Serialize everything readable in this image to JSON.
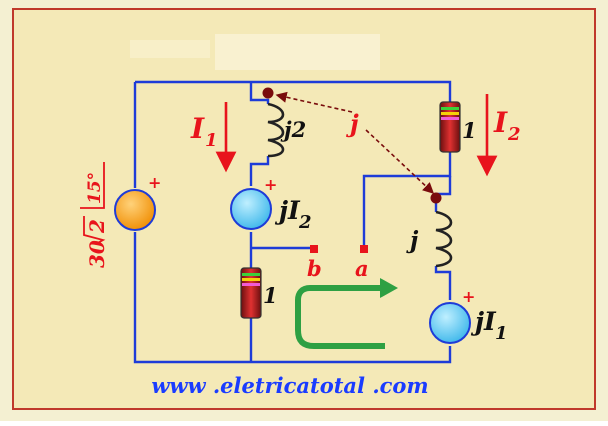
{
  "colors": {
    "background_outer": "#f4f0d2",
    "panel": "#f4e9b7",
    "panel_border": "#c0392b",
    "wire": "#1e3cd8",
    "accent_red": "#e8141c",
    "label_black": "#111111",
    "source_orange": "#f7a21b",
    "source_cyan": "#6ccff6",
    "arrow_green": "#2ea043",
    "dot_dark": "#7a0c0c",
    "url_blue": "#1a3cff"
  },
  "circuit": {
    "source_magnitude": "30",
    "source_sqrt": "2",
    "source_angle": "15°",
    "source_plus": "+",
    "current_i1": "I",
    "current_i1_sub": "1",
    "current_i2": "I",
    "current_i2_sub": "2",
    "inductor_left_label": "j2",
    "mutual_label": "j",
    "inductor_right_label": "j",
    "dep_source_left_label": "jI",
    "dep_source_left_sub": "2",
    "dep_source_right_label": "jI",
    "dep_source_right_sub": "1",
    "resistor_top_label": "1",
    "resistor_bottom_label": "1",
    "terminal_a": "a",
    "terminal_b": "b"
  },
  "footer": {
    "url": "www .eletricatotal .com"
  }
}
